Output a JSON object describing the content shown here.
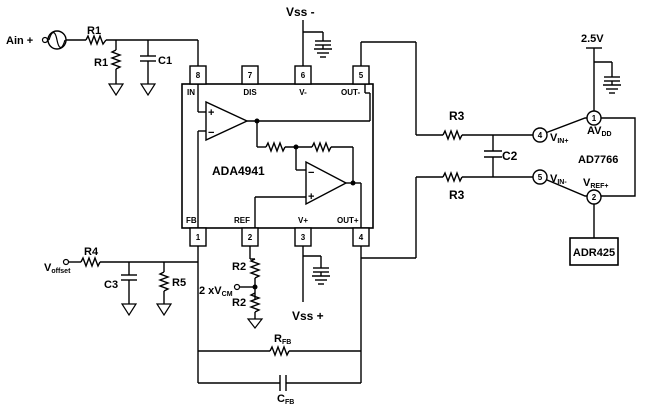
{
  "inputs": {
    "ain": "Ain +",
    "voffset": "V",
    "voffset_sub": "offset",
    "vcm_prefix": "2 xV",
    "vcm_sub": "CM"
  },
  "supplies": {
    "vss_minus": "Vss -",
    "vss_plus": "Vss +",
    "v25": "2.5V"
  },
  "components": {
    "r1_series": "R1",
    "r1_shunt": "R1",
    "c1": "C1",
    "r2_top": "R2",
    "r2_bottom": "R2",
    "r3_top": "R3",
    "r3_bottom": "R3",
    "c2": "C2",
    "r4": "R4",
    "r5": "R5",
    "c3": "C3",
    "rfb": "R",
    "rfb_sub": "FB",
    "cfb": "C",
    "cfb_sub": "FB"
  },
  "amp": {
    "name": "ADA4941",
    "pins_top": [
      {
        "num": "8",
        "label": "IN"
      },
      {
        "num": "7",
        "label": "DIS"
      },
      {
        "num": "6",
        "label": "V-"
      },
      {
        "num": "5",
        "label": "OUT-"
      }
    ],
    "pins_bottom": [
      {
        "num": "1",
        "label": "FB"
      },
      {
        "num": "2",
        "label": "REF"
      },
      {
        "num": "3",
        "label": "V+"
      },
      {
        "num": "4",
        "label": "OUT+"
      }
    ],
    "plus_sign": "+",
    "minus_sign": "−"
  },
  "adc": {
    "name": "AD7766",
    "pin1_num": "1",
    "pin1_label": "AV",
    "pin1_sub": "DD",
    "pin4_num": "4",
    "pin4_label": "V",
    "pin4_sub": "IN+",
    "pin5_num": "5",
    "pin5_label": "V",
    "pin5_sub": "IN-",
    "pin2_num": "2",
    "pin2_label": "V",
    "pin2_sub": "REF+"
  },
  "reference": {
    "name": "ADR425"
  }
}
